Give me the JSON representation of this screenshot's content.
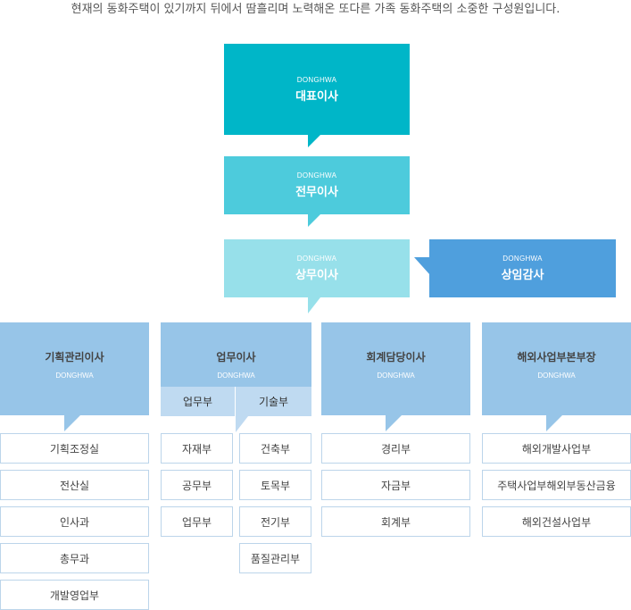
{
  "intro": "현재의 동화주택이 있기까지 뒤에서 땀흘리며 노력해온 또다른 가족 동화주택의 소중한 구성원입니다.",
  "colors": {
    "ceo": "#00b6c8",
    "senior": "#4dcbdc",
    "managing": "#97e0ea",
    "auditor": "#4f9fdd",
    "division": "#97c5e8",
    "subtab": "#bfdaf1",
    "box_border": "#bcd5ea"
  },
  "exec": {
    "ceo": {
      "en": "DONGHWA",
      "ko": "대표이사"
    },
    "senior": {
      "en": "DONGHWA",
      "ko": "전무이사"
    },
    "managing": {
      "en": "DONGHWA",
      "ko": "상무이사"
    },
    "auditor": {
      "en": "DONGHWA",
      "ko": "상임감사"
    }
  },
  "divisions": [
    {
      "ko": "기획관리이사",
      "en": "DONGHWA",
      "teams": [
        "기획조정실",
        "전산실",
        "인사과",
        "총무과",
        "개발영업부"
      ]
    },
    {
      "ko": "업무이사",
      "en": "DONGHWA",
      "subtabs": [
        "업무부",
        "기술부"
      ],
      "left_teams": [
        "자재부",
        "공무부",
        "업무부"
      ],
      "right_teams": [
        "건축부",
        "토목부",
        "전기부",
        "품질관리부"
      ]
    },
    {
      "ko": "회계담당이사",
      "en": "DONGHWA",
      "teams": [
        "경리부",
        "자금부",
        "회계부"
      ]
    },
    {
      "ko": "해외사업부본부장",
      "en": "DONGHWA",
      "teams": [
        "해외개발사업부",
        "주택사업부해외부동산금융",
        "해외건설사업부"
      ]
    }
  ]
}
